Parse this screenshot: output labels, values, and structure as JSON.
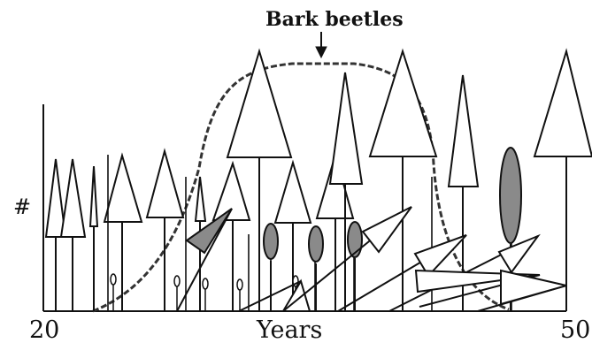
{
  "labels": {
    "annotation": "Bark beetles",
    "y_axis": "#",
    "x_axis": "Years",
    "x_start": "20",
    "x_end": "50"
  },
  "colors": {
    "ink": "#111111",
    "fill": "#ffffff",
    "deciduous": "#8a8a8a",
    "beetle_curve": "#333333"
  }
}
